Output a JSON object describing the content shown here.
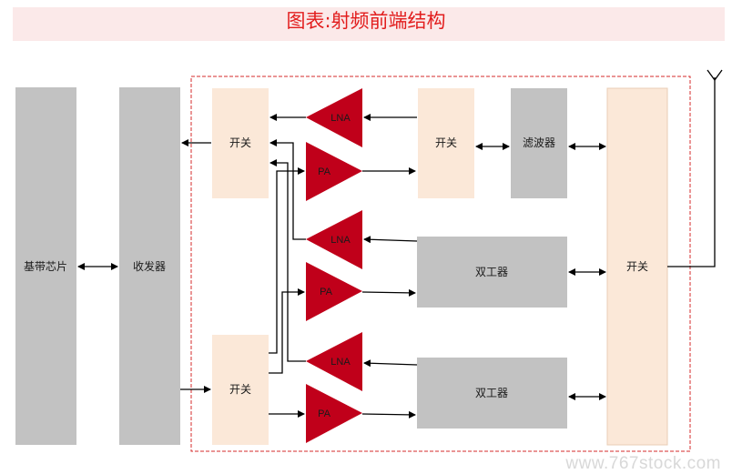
{
  "title": "图表:射频前端结构",
  "blocks": {
    "baseband": "基带芯片",
    "transceiver": "收发器",
    "switch_top_left": "开关",
    "switch_bottom_left": "开关",
    "switch_top_right": "开关",
    "filter": "滤波器",
    "duplexer_1": "双工器",
    "duplexer_2": "双工器",
    "antenna_switch": "开关"
  },
  "amplifiers": {
    "lna_1": "LNA",
    "pa_1": "PA",
    "lna_2": "LNA",
    "pa_2": "PA",
    "lna_3": "LNA",
    "pa_3": "PA"
  },
  "watermark": "www.767stock.com",
  "colors": {
    "gray_block": "#c2c2c2",
    "switch_fill": "#fbe8d8",
    "amp_fill": "#c0001a",
    "title": "#e21d1d",
    "dashed_border": "#d62b2b"
  }
}
